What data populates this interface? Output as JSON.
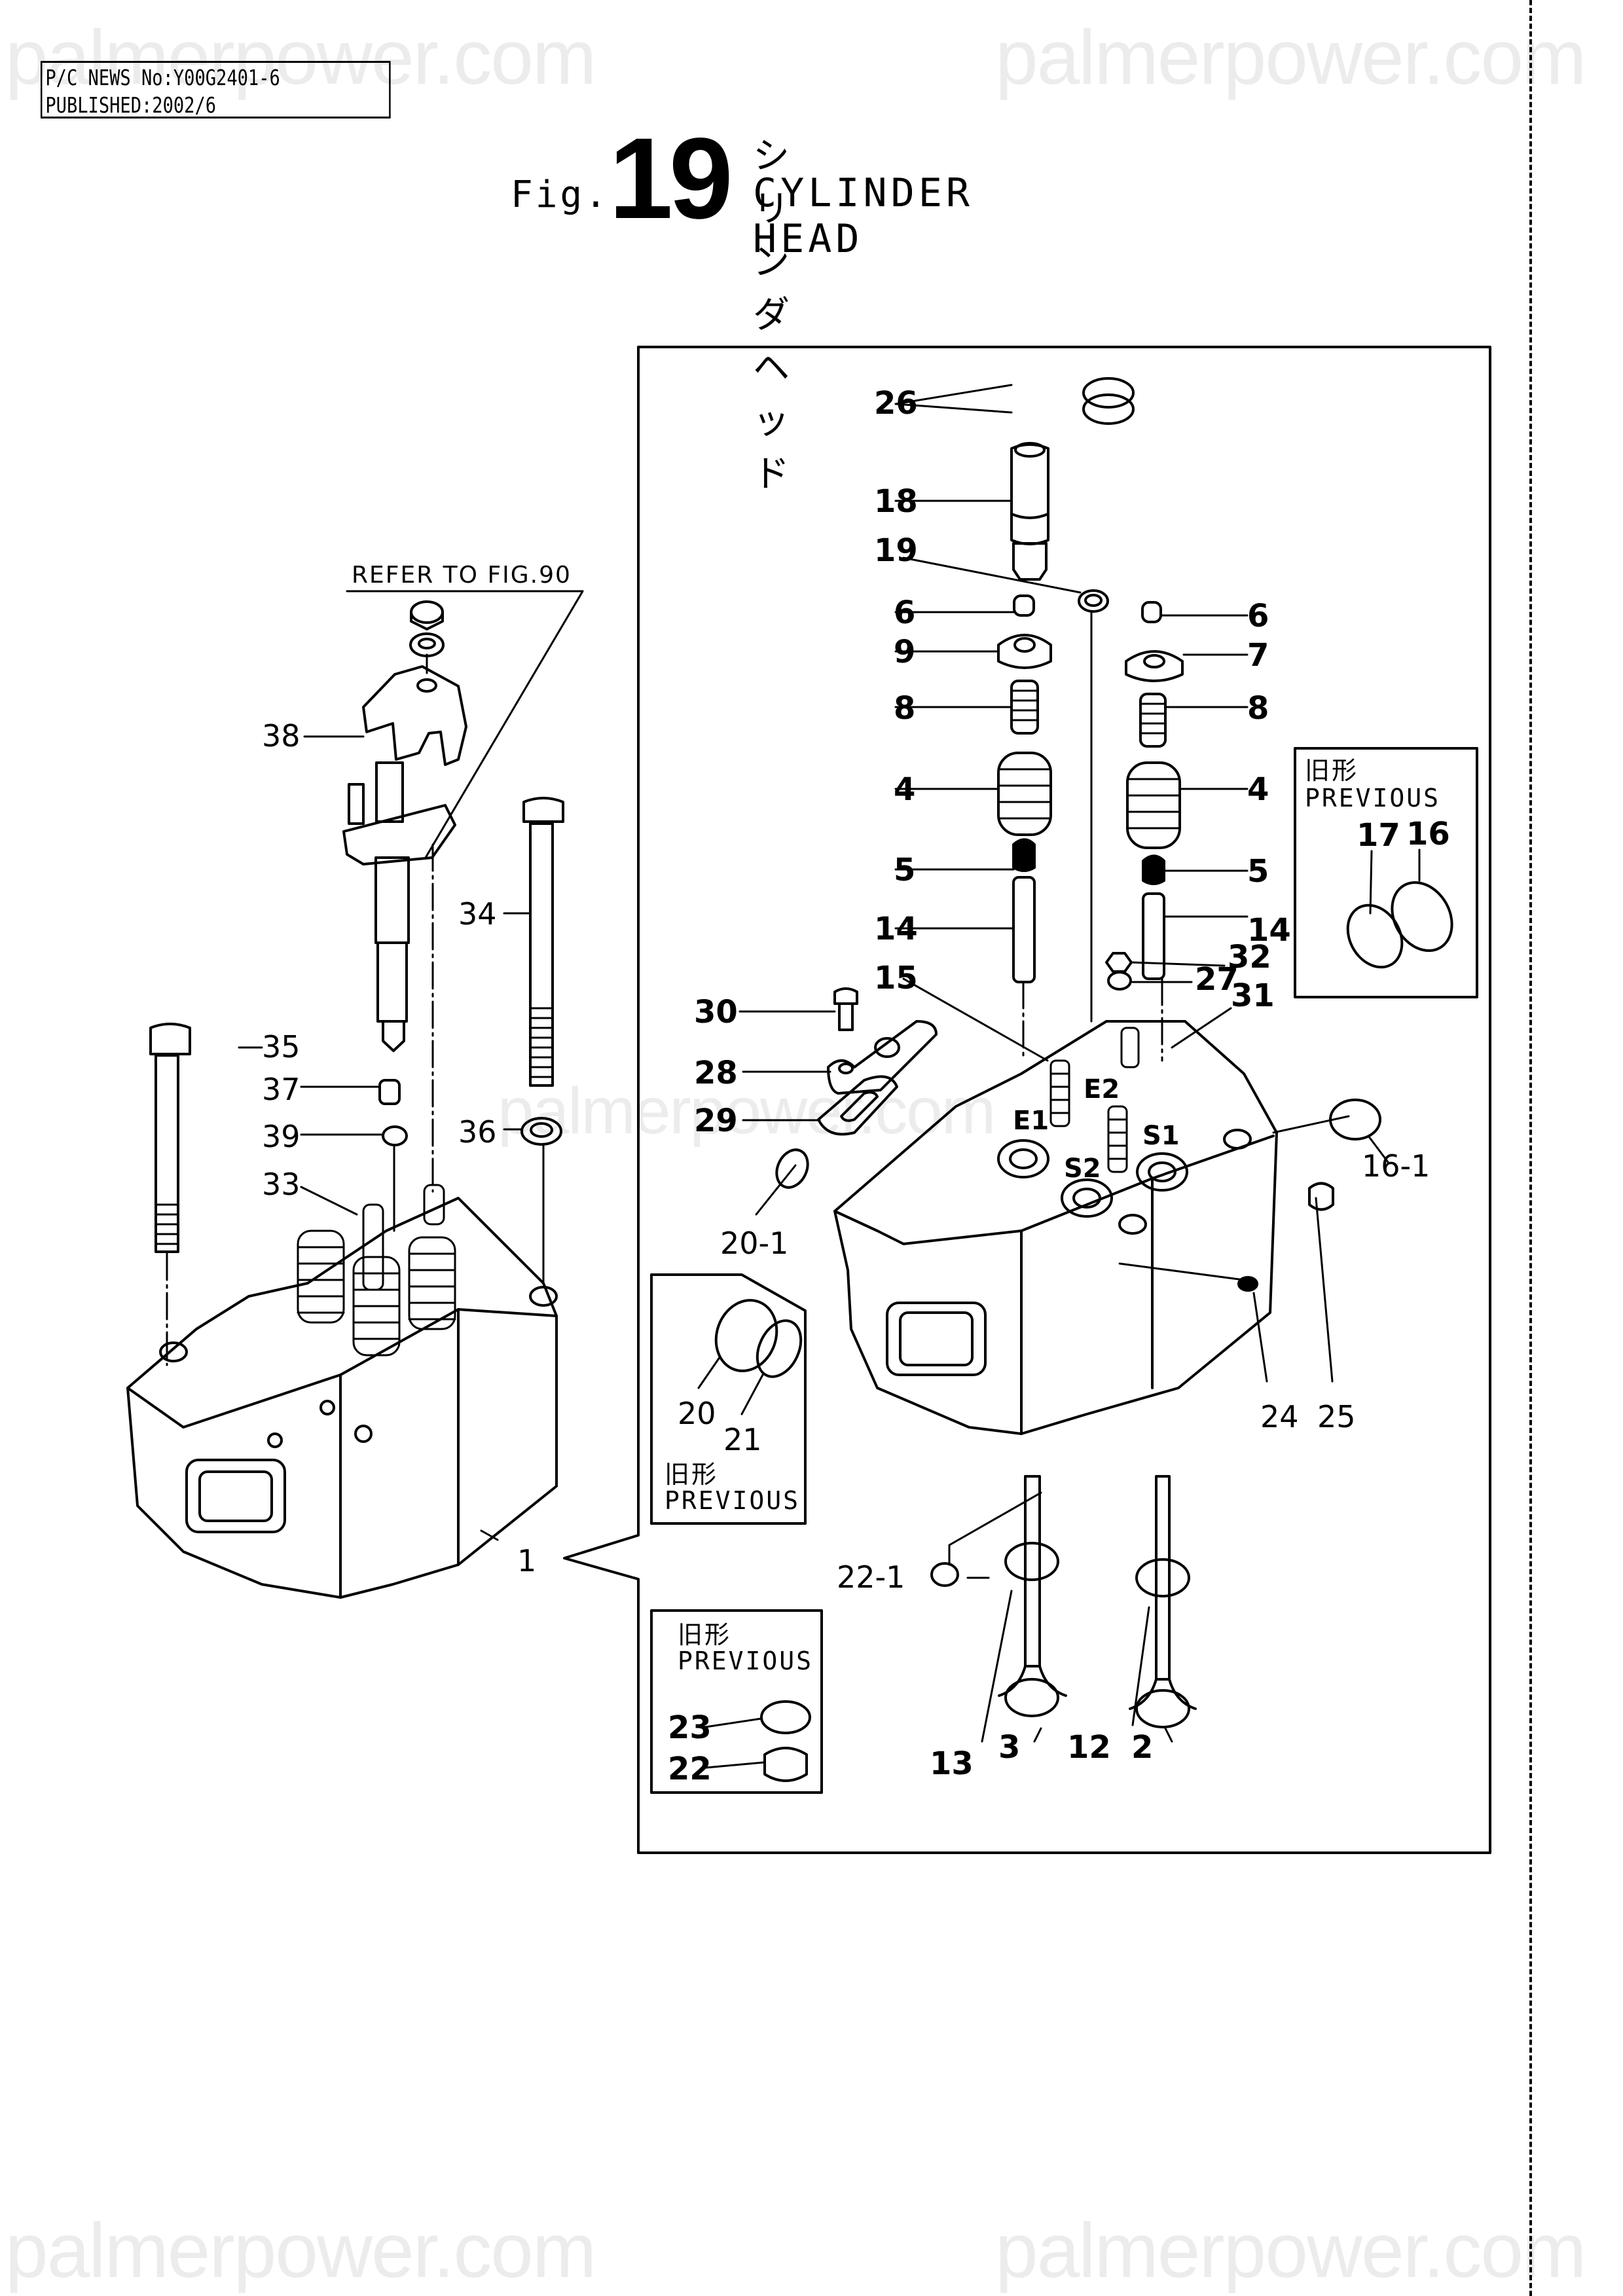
{
  "watermark": "palmerpower.com",
  "publication": {
    "news_no_line": "P/C NEWS No:Y00G2401-6",
    "published_line": "PUBLISHED:2002/6"
  },
  "figure": {
    "prefix": "Fig.",
    "number": "19",
    "title_ja": "シリンダヘッド",
    "title_en": "CYLINDER HEAD"
  },
  "reference_note": "REFER TO FIG.90",
  "previous_boxes": [
    {
      "label_ja": "旧形",
      "label_en": "PREVIOUS",
      "parts": [
        "17",
        "16"
      ]
    },
    {
      "label_ja": "旧形",
      "label_en": "PREVIOUS",
      "parts": [
        "20",
        "21"
      ]
    },
    {
      "label_ja": "旧形",
      "label_en": "PREVIOUS",
      "parts": [
        "23",
        "22"
      ]
    }
  ],
  "valve_position_tags": [
    "E1",
    "E2",
    "S1",
    "S2"
  ],
  "callouts": {
    "left": [
      "38",
      "34",
      "35",
      "37",
      "39",
      "36",
      "33",
      "1"
    ],
    "detail_left": [
      "26",
      "18",
      "19",
      "6",
      "9",
      "8",
      "4",
      "5",
      "14",
      "15",
      "30",
      "28",
      "29",
      "20-1",
      "22-1",
      "13",
      "3",
      "12",
      "2"
    ],
    "detail_right": [
      "6",
      "7",
      "8",
      "4",
      "5",
      "14",
      "32",
      "27",
      "31",
      "16-1",
      "24",
      "25"
    ]
  }
}
